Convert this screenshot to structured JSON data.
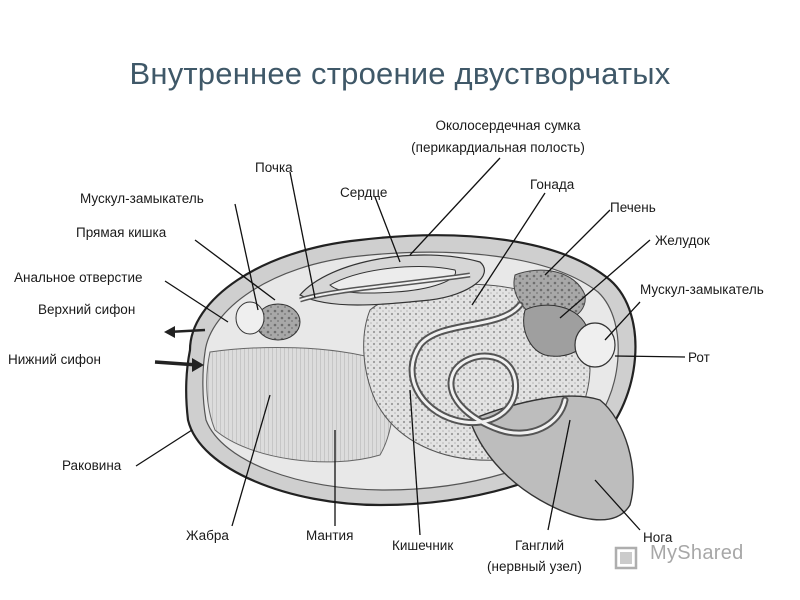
{
  "title": "Внутреннее строение двустворчатых",
  "labels": {
    "pericardial": "Околосердечная сумка",
    "pericardial_sub": "(перикардиальная полость)",
    "kidney": "Почка",
    "heart": "Сердце",
    "gonad": "Гонада",
    "adductor_front": "Мускул-замыкатель",
    "rectum": "Прямая кишка",
    "anus": "Анальное отверстие",
    "upper_siphon": "Верхний сифон",
    "lower_siphon": "Нижний сифон",
    "liver": "Печень",
    "stomach": "Желудок",
    "adductor_back": "Мускул-замыкатель",
    "mouth": "Рот",
    "shell": "Раковина",
    "gill": "Жабра",
    "mantle": "Мантия",
    "intestine": "Кишечник",
    "ganglion": "Ганглий",
    "ganglion_sub": "(нервный узел)",
    "foot": "Нога"
  },
  "watermark": "MyShared"
}
